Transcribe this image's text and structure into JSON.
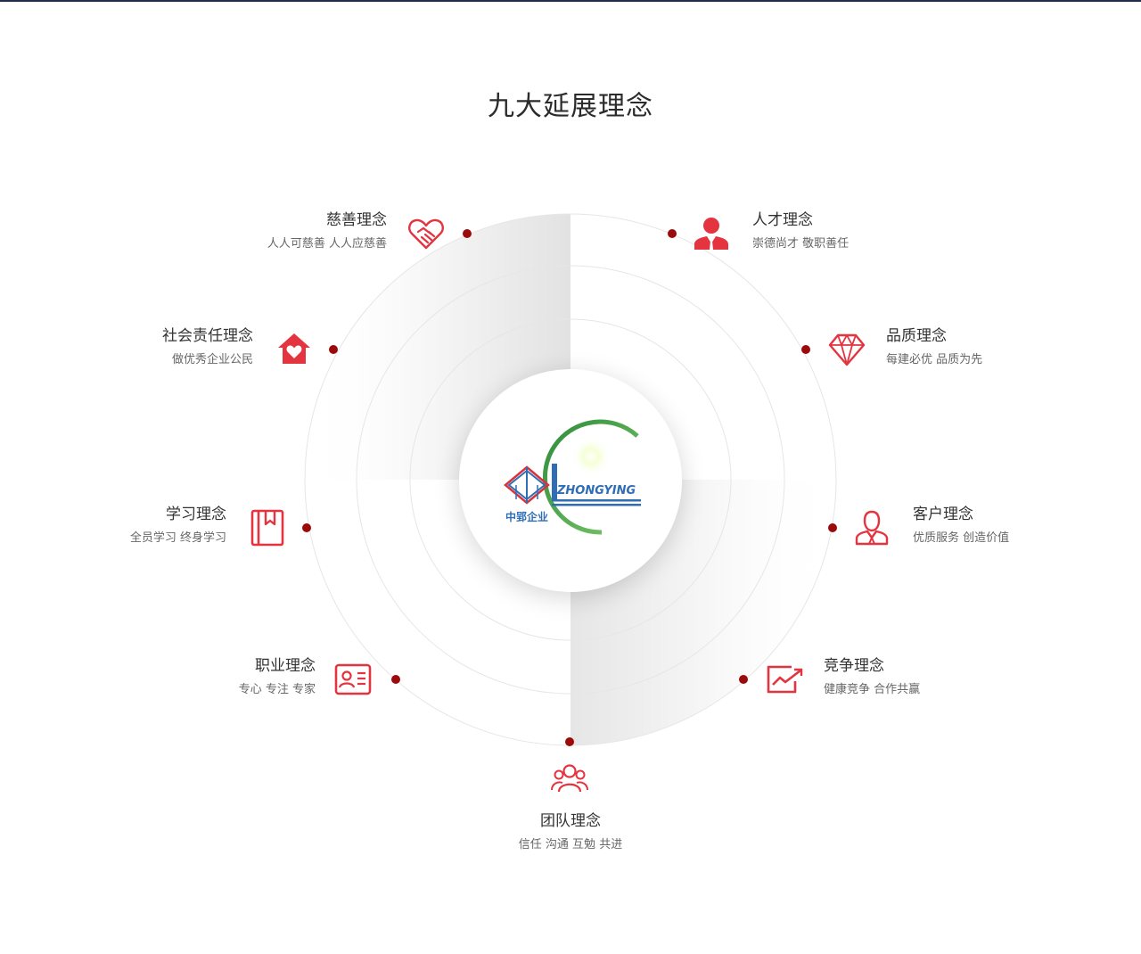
{
  "page": {
    "title": "九大延展理念",
    "accent_color": "#e3343f",
    "dot_color": "#9b0b0b"
  },
  "logo": {
    "brand_text": "ZHONGYING",
    "brand_cn": "中郢企业"
  },
  "concepts": [
    {
      "key": "charity",
      "title": "慈善理念",
      "subtitle": "人人可慈善 人人应慈善",
      "icon": "handshake-heart-icon"
    },
    {
      "key": "social",
      "title": "社会责任理念",
      "subtitle": "做优秀企业公民",
      "icon": "house-heart-icon"
    },
    {
      "key": "learning",
      "title": "学习理念",
      "subtitle": "全员学习 终身学习",
      "icon": "book-icon"
    },
    {
      "key": "career",
      "title": "职业理念",
      "subtitle": "专心 专注 专家",
      "icon": "id-card-icon"
    },
    {
      "key": "team",
      "title": "团队理念",
      "subtitle": "信任 沟通 互勉 共进",
      "icon": "group-icon"
    },
    {
      "key": "compete",
      "title": "竞争理念",
      "subtitle": "健康竞争 合作共赢",
      "icon": "trend-icon"
    },
    {
      "key": "customer",
      "title": "客户理念",
      "subtitle": "优质服务 创造价值",
      "icon": "customer-icon"
    },
    {
      "key": "quality",
      "title": "品质理念",
      "subtitle": "每建必优 品质为先",
      "icon": "diamond-icon"
    },
    {
      "key": "talent",
      "title": "人才理念",
      "subtitle": "崇德尚才 敬职善任",
      "icon": "person-icon"
    }
  ]
}
